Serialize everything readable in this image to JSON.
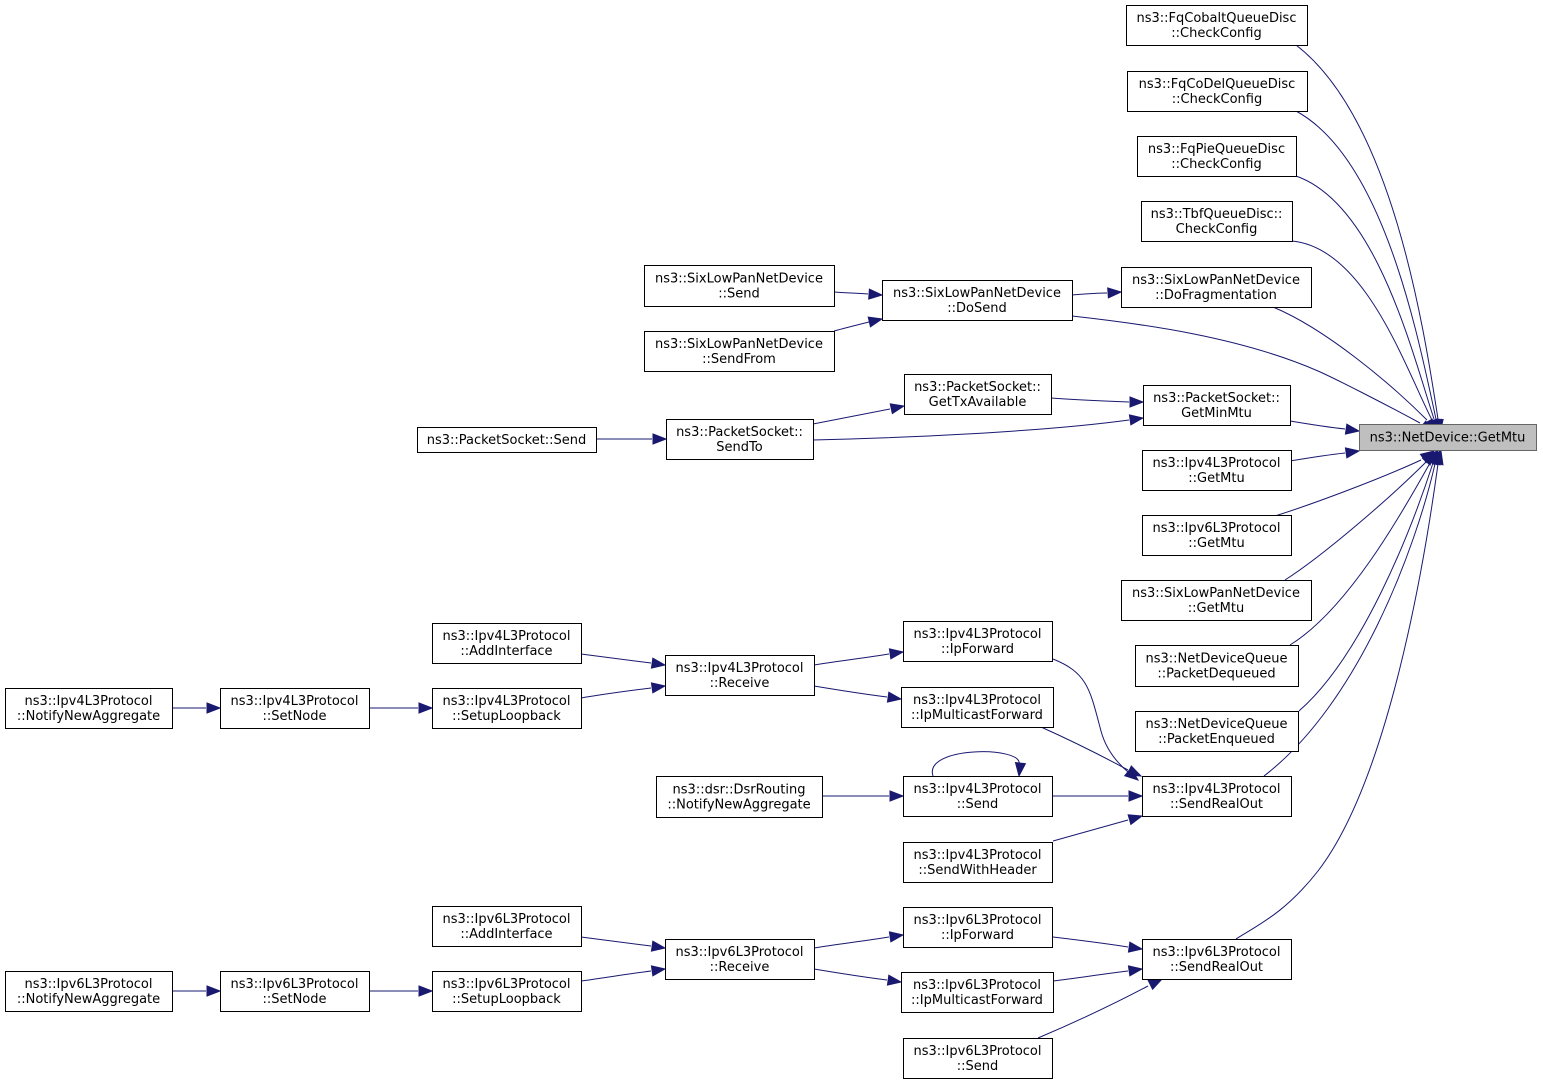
{
  "graph": {
    "root": "n_root",
    "nodes": [
      {
        "id": "n_root",
        "lines": [
          "ns3::NetDevice::GetMtu"
        ]
      },
      {
        "id": "n_fqcobalt",
        "lines": [
          "ns3::FqCobaltQueueDisc",
          "::CheckConfig"
        ]
      },
      {
        "id": "n_fqcodel",
        "lines": [
          "ns3::FqCoDelQueueDisc",
          "::CheckConfig"
        ]
      },
      {
        "id": "n_fqpie",
        "lines": [
          "ns3::FqPieQueueDisc",
          "::CheckConfig"
        ]
      },
      {
        "id": "n_tbf",
        "lines": [
          "ns3::TbfQueueDisc::",
          "CheckConfig"
        ]
      },
      {
        "id": "n_dofrag",
        "lines": [
          "ns3::SixLowPanNetDevice",
          "::DoFragmentation"
        ]
      },
      {
        "id": "n_dosend",
        "lines": [
          "ns3::SixLowPanNetDevice",
          "::DoSend"
        ]
      },
      {
        "id": "n_6send",
        "lines": [
          "ns3::SixLowPanNetDevice",
          "::Send"
        ]
      },
      {
        "id": "n_6sendfrom",
        "lines": [
          "ns3::SixLowPanNetDevice",
          "::SendFrom"
        ]
      },
      {
        "id": "n_getminmtu",
        "lines": [
          "ns3::PacketSocket::",
          "GetMinMtu"
        ]
      },
      {
        "id": "n_gettx",
        "lines": [
          "ns3::PacketSocket::",
          "GetTxAvailable"
        ]
      },
      {
        "id": "n_sendto",
        "lines": [
          "ns3::PacketSocket::",
          "SendTo"
        ]
      },
      {
        "id": "n_pssend",
        "lines": [
          "ns3::PacketSocket::Send"
        ]
      },
      {
        "id": "n_ip4getmtu",
        "lines": [
          "ns3::Ipv4L3Protocol",
          "::GetMtu"
        ]
      },
      {
        "id": "n_ip6getmtu",
        "lines": [
          "ns3::Ipv6L3Protocol",
          "::GetMtu"
        ]
      },
      {
        "id": "n_6getmtu",
        "lines": [
          "ns3::SixLowPanNetDevice",
          "::GetMtu"
        ]
      },
      {
        "id": "n_pktdeq",
        "lines": [
          "ns3::NetDeviceQueue",
          "::PacketDequeued"
        ]
      },
      {
        "id": "n_pktenq",
        "lines": [
          "ns3::NetDeviceQueue",
          "::PacketEnqueued"
        ]
      },
      {
        "id": "n_ip4sro",
        "lines": [
          "ns3::Ipv4L3Protocol",
          "::SendRealOut"
        ]
      },
      {
        "id": "n_ip4ipfwd",
        "lines": [
          "ns3::Ipv4L3Protocol",
          "::IpForward"
        ]
      },
      {
        "id": "n_ip4mcfwd",
        "lines": [
          "ns3::Ipv4L3Protocol",
          "::IpMulticastForward"
        ]
      },
      {
        "id": "n_ip4recv",
        "lines": [
          "ns3::Ipv4L3Protocol",
          "::Receive"
        ]
      },
      {
        "id": "n_ip4addif",
        "lines": [
          "ns3::Ipv4L3Protocol",
          "::AddInterface"
        ]
      },
      {
        "id": "n_ip4loop",
        "lines": [
          "ns3::Ipv4L3Protocol",
          "::SetupLoopback"
        ]
      },
      {
        "id": "n_ip4setnode",
        "lines": [
          "ns3::Ipv4L3Protocol",
          "::SetNode"
        ]
      },
      {
        "id": "n_ip4nna",
        "lines": [
          "ns3::Ipv4L3Protocol",
          "::NotifyNewAggregate"
        ]
      },
      {
        "id": "n_ip4send",
        "lines": [
          "ns3::Ipv4L3Protocol",
          "::Send"
        ]
      },
      {
        "id": "n_dsrnna",
        "lines": [
          "ns3::dsr::DsrRouting",
          "::NotifyNewAggregate"
        ]
      },
      {
        "id": "n_ip4swh",
        "lines": [
          "ns3::Ipv4L3Protocol",
          "::SendWithHeader"
        ]
      },
      {
        "id": "n_ip6sro",
        "lines": [
          "ns3::Ipv6L3Protocol",
          "::SendRealOut"
        ]
      },
      {
        "id": "n_ip6ipfwd",
        "lines": [
          "ns3::Ipv6L3Protocol",
          "::IpForward"
        ]
      },
      {
        "id": "n_ip6mcfwd",
        "lines": [
          "ns3::Ipv6L3Protocol",
          "::IpMulticastForward"
        ]
      },
      {
        "id": "n_ip6send",
        "lines": [
          "ns3::Ipv6L3Protocol",
          "::Send"
        ]
      },
      {
        "id": "n_ip6recv",
        "lines": [
          "ns3::Ipv6L3Protocol",
          "::Receive"
        ]
      },
      {
        "id": "n_ip6addif",
        "lines": [
          "ns3::Ipv6L3Protocol",
          "::AddInterface"
        ]
      },
      {
        "id": "n_ip6loop",
        "lines": [
          "ns3::Ipv6L3Protocol",
          "::SetupLoopback"
        ]
      },
      {
        "id": "n_ip6setnode",
        "lines": [
          "ns3::Ipv6L3Protocol",
          "::SetNode"
        ]
      },
      {
        "id": "n_ip6nna",
        "lines": [
          "ns3::Ipv6L3Protocol",
          "::NotifyNewAggregate"
        ]
      }
    ],
    "edges": [
      {
        "id": "e1",
        "from": "n_root",
        "to": "n_fqcobalt"
      },
      {
        "id": "e2",
        "from": "n_root",
        "to": "n_fqcodel"
      },
      {
        "id": "e3",
        "from": "n_root",
        "to": "n_fqpie"
      },
      {
        "id": "e4",
        "from": "n_root",
        "to": "n_tbf"
      },
      {
        "id": "e5",
        "from": "n_root",
        "to": "n_dofrag"
      },
      {
        "id": "e6",
        "from": "n_root",
        "to": "n_dosend"
      },
      {
        "id": "e7",
        "from": "n_root",
        "to": "n_getminmtu"
      },
      {
        "id": "e8",
        "from": "n_root",
        "to": "n_ip4getmtu"
      },
      {
        "id": "e9",
        "from": "n_root",
        "to": "n_ip6getmtu"
      },
      {
        "id": "e10",
        "from": "n_root",
        "to": "n_6getmtu"
      },
      {
        "id": "e11",
        "from": "n_root",
        "to": "n_pktdeq"
      },
      {
        "id": "e12",
        "from": "n_root",
        "to": "n_pktenq"
      },
      {
        "id": "e13",
        "from": "n_root",
        "to": "n_ip4sro"
      },
      {
        "id": "e14",
        "from": "n_root",
        "to": "n_ip6sro"
      },
      {
        "id": "e15",
        "from": "n_dofrag",
        "to": "n_dosend"
      },
      {
        "id": "e16",
        "from": "n_dosend",
        "to": "n_6send"
      },
      {
        "id": "e17",
        "from": "n_dosend",
        "to": "n_6sendfrom"
      },
      {
        "id": "e18",
        "from": "n_getminmtu",
        "to": "n_gettx"
      },
      {
        "id": "e19",
        "from": "n_getminmtu",
        "to": "n_sendto"
      },
      {
        "id": "e20",
        "from": "n_gettx",
        "to": "n_sendto"
      },
      {
        "id": "e21",
        "from": "n_sendto",
        "to": "n_pssend"
      },
      {
        "id": "e22",
        "from": "n_ip4sro",
        "to": "n_ip4ipfwd"
      },
      {
        "id": "e23",
        "from": "n_ip4sro",
        "to": "n_ip4mcfwd"
      },
      {
        "id": "e24",
        "from": "n_ip4sro",
        "to": "n_ip4send"
      },
      {
        "id": "e25",
        "from": "n_ip4sro",
        "to": "n_ip4swh"
      },
      {
        "id": "e26",
        "from": "n_ip4ipfwd",
        "to": "n_ip4recv"
      },
      {
        "id": "e27",
        "from": "n_ip4mcfwd",
        "to": "n_ip4recv"
      },
      {
        "id": "e28",
        "from": "n_ip4recv",
        "to": "n_ip4addif"
      },
      {
        "id": "e29",
        "from": "n_ip4recv",
        "to": "n_ip4loop"
      },
      {
        "id": "e30",
        "from": "n_ip4loop",
        "to": "n_ip4setnode"
      },
      {
        "id": "e31",
        "from": "n_ip4setnode",
        "to": "n_ip4nna"
      },
      {
        "id": "e32",
        "from": "n_ip4send",
        "to": "n_ip4send"
      },
      {
        "id": "e33",
        "from": "n_ip4send",
        "to": "n_dsrnna"
      },
      {
        "id": "e34",
        "from": "n_ip6sro",
        "to": "n_ip6ipfwd"
      },
      {
        "id": "e35",
        "from": "n_ip6sro",
        "to": "n_ip6mcfwd"
      },
      {
        "id": "e36",
        "from": "n_ip6sro",
        "to": "n_ip6send"
      },
      {
        "id": "e37",
        "from": "n_ip6ipfwd",
        "to": "n_ip6recv"
      },
      {
        "id": "e38",
        "from": "n_ip6mcfwd",
        "to": "n_ip6recv"
      },
      {
        "id": "e39",
        "from": "n_ip6recv",
        "to": "n_ip6addif"
      },
      {
        "id": "e40",
        "from": "n_ip6recv",
        "to": "n_ip6loop"
      },
      {
        "id": "e41",
        "from": "n_ip6loop",
        "to": "n_ip6setnode"
      },
      {
        "id": "e42",
        "from": "n_ip6setnode",
        "to": "n_ip6nna"
      }
    ]
  }
}
